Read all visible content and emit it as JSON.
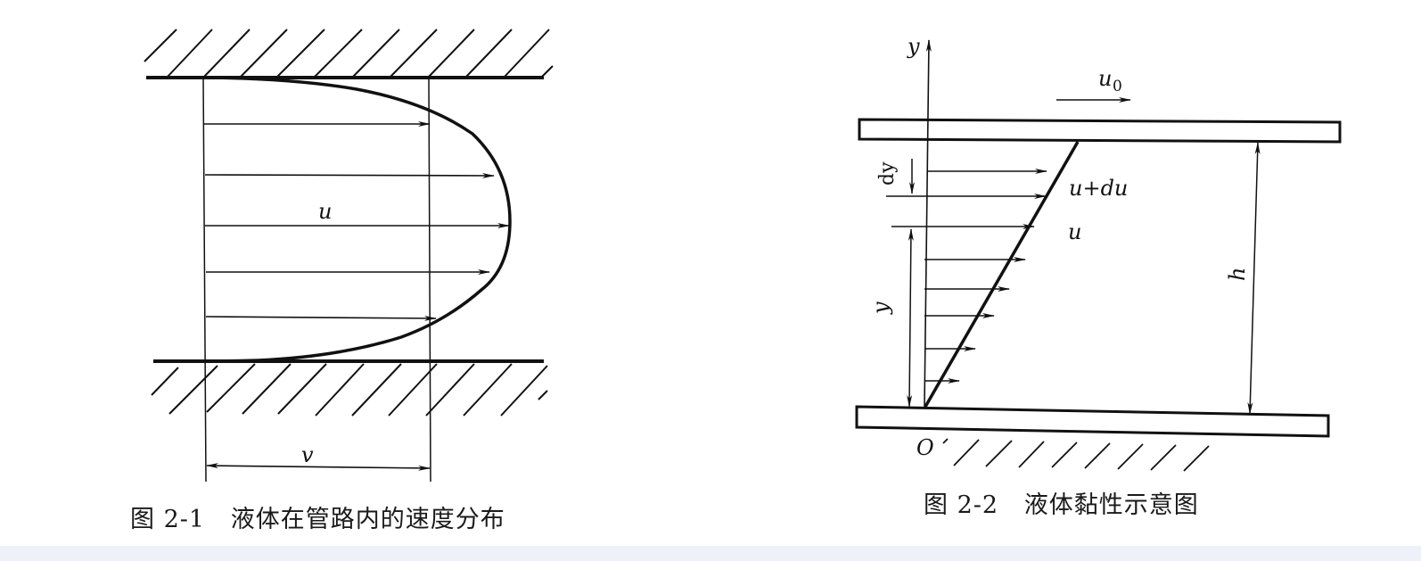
{
  "figure1": {
    "caption": "图 2-1   液体在管路内的速度分布",
    "labels": {
      "local_velocity": "u",
      "mean_velocity": "v"
    },
    "description": "Parabolic velocity profile of liquid flowing in a pipe between two hatched walls"
  },
  "figure2": {
    "caption": "图 2-2   液体黏性示意图",
    "labels": {
      "y_axis": "y",
      "plate_velocity": "u",
      "plate_velocity_subscript": "0",
      "dy": "dy",
      "u_plus_du": "u+du",
      "u": "u",
      "y_distance": "y",
      "gap_height": "h",
      "origin": "O"
    },
    "description": "Linear velocity profile between a moving upper plate and a fixed lower plate"
  },
  "colors": {
    "ink": "#111111",
    "background": "#ffffff",
    "bottom_band": "#eef2f8"
  }
}
